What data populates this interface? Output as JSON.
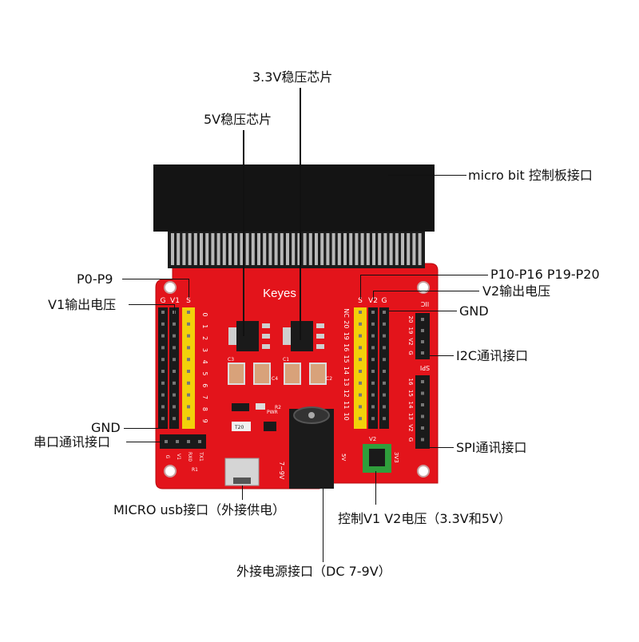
{
  "board": {
    "brand": "Keyes",
    "left_header_labels": [
      "G",
      "V1",
      "S"
    ],
    "left_pin_numbers": [
      "0",
      "1",
      "2",
      "3",
      "4",
      "5",
      "6",
      "7",
      "8",
      "9"
    ],
    "right_header_labels": [
      "S",
      "V2",
      "G"
    ],
    "right_pin_numbers": [
      "NC",
      "20",
      "19",
      "16",
      "15",
      "14",
      "13",
      "12",
      "11",
      "10"
    ],
    "iic_label": "IIC",
    "iic_pins": [
      "20",
      "19",
      "V2",
      "G"
    ],
    "spi_label": "SPI",
    "spi_pins": [
      "16",
      "15",
      "14",
      "13",
      "V2",
      "G"
    ],
    "serial_pins": [
      "G",
      "V1",
      "RX0",
      "TX1"
    ],
    "jumper_labels": [
      "V2",
      "5V",
      "3V3"
    ],
    "dc_voltage": "7~9V",
    "pwr_label": "PWR",
    "resistor_labels": [
      "R1",
      "R2",
      "C1",
      "C2",
      "C3",
      "C4"
    ],
    "reg_label": "T20"
  },
  "callouts": {
    "chip_33v": "3.3V稳压芯片",
    "chip_5v": "5V稳压芯片",
    "microbit": "micro  bit 控制板接口",
    "p0_p9": "P0-P9",
    "v1_out": "V1输出电压",
    "p10_p20": "P10-P16  P19-P20",
    "v2_out": "V2输出电压",
    "gnd_right": "GND",
    "i2c": "I2C通讯接口",
    "gnd_left": "GND",
    "serial": "串口通讯接口",
    "spi": "SPI通讯接口",
    "micro_usb": "MICRO usb接口（外接供电）",
    "voltage_ctrl": "控制V1 V2电压（3.3V和5V）",
    "dc_jack": "外接电源接口（DC 7-9V）"
  },
  "colors": {
    "pcb": "#e3141b",
    "connector": "#141414",
    "pin_gold": "#b8b8b8",
    "header_yellow": "#f2d10a",
    "header_black": "#1a1a1a",
    "jumper_green": "#2f9e3c"
  }
}
